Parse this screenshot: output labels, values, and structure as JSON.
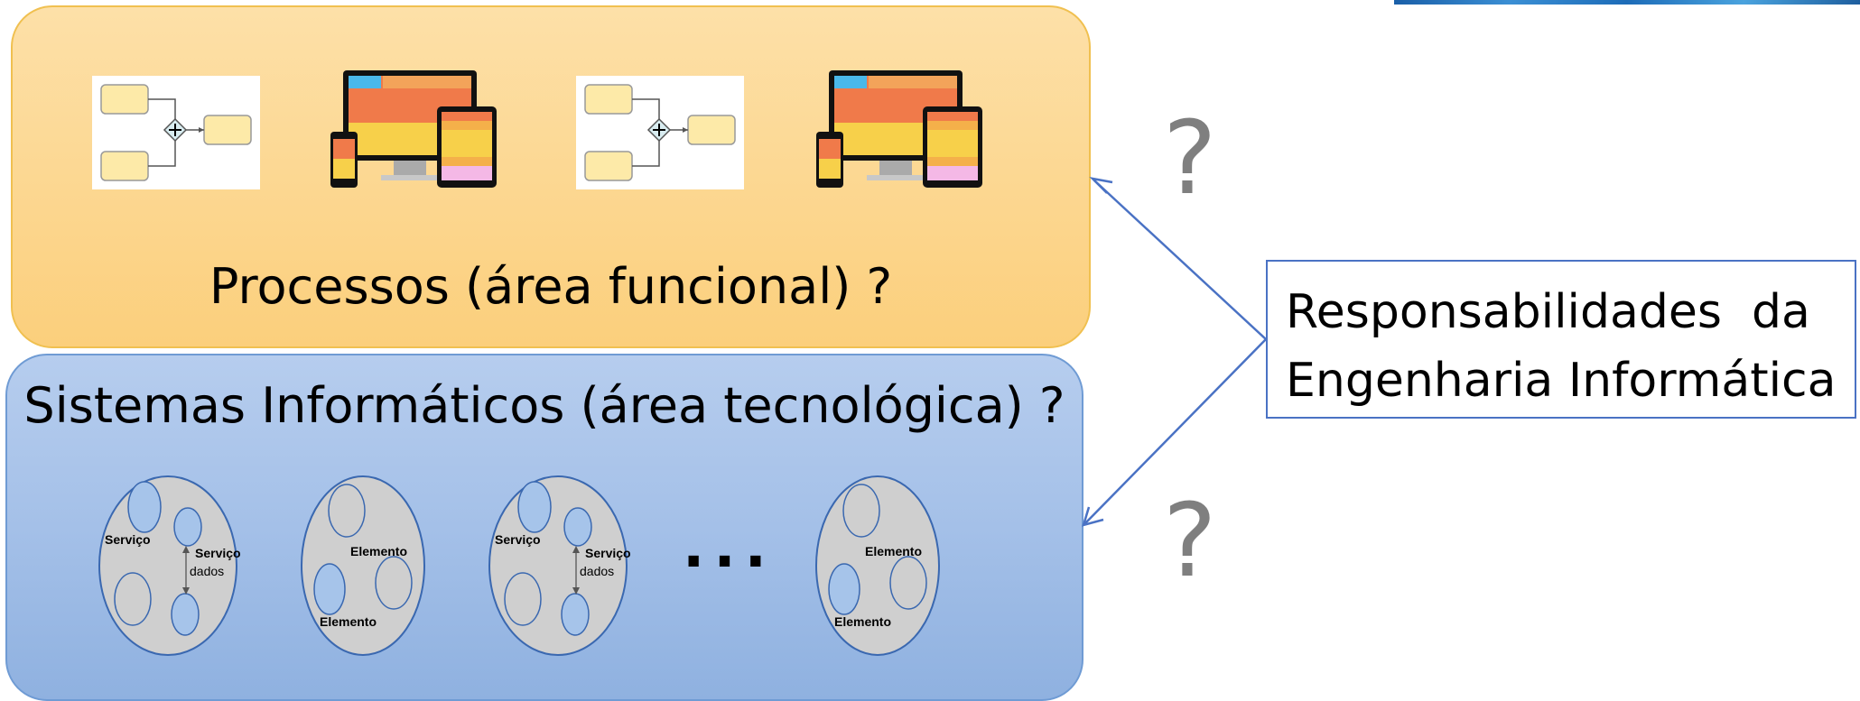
{
  "processes_panel": {
    "title": "Processos (área funcional) ?"
  },
  "systems_panel": {
    "title": "Sistemas Informáticos (área tecnológica) ?"
  },
  "responsibility_box": {
    "line1": "Responsabilidades  da",
    "line2": "Engenharia Informática"
  },
  "question_marks": [
    "?",
    "?"
  ],
  "ellipsis": "...",
  "service_labels": {
    "service": "Serviço",
    "data": "dados",
    "element": "Elemento"
  },
  "colors": {
    "process_panel": "#fcd68e",
    "systems_panel": "#a4c0e8",
    "arrow": "#4a72c4",
    "question_mark": "#7f7f7f"
  }
}
